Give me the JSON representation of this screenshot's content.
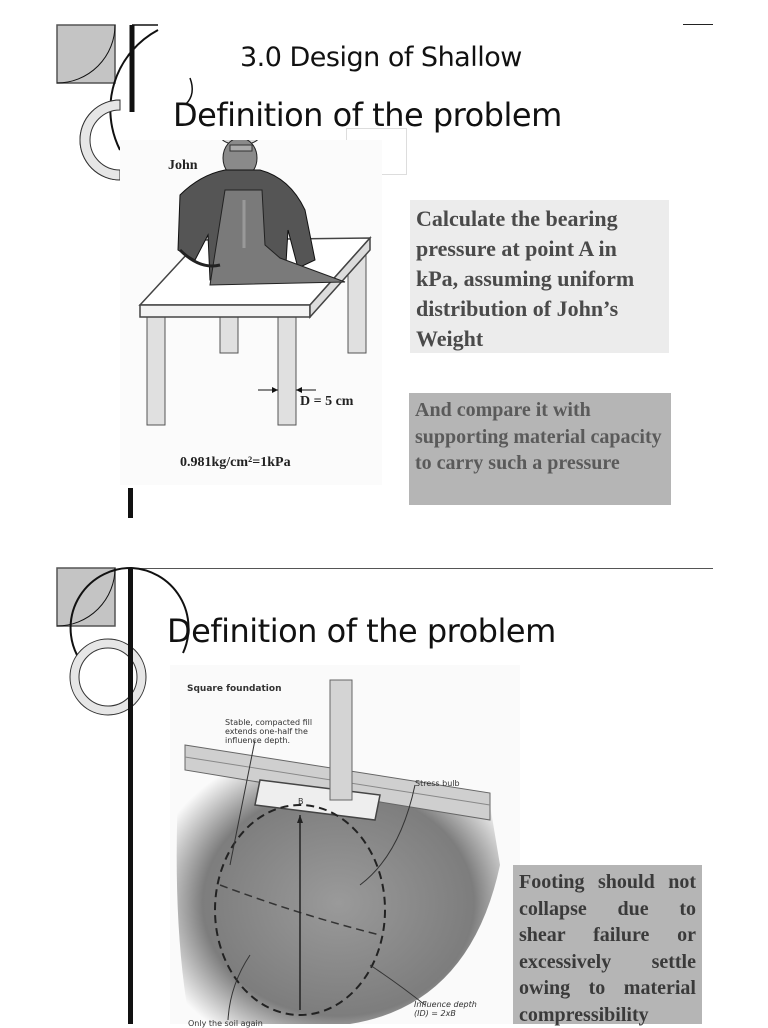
{
  "slide1": {
    "heading": "3.0  Design of Shallow",
    "title": "Definition of   the problem",
    "figure": {
      "person_label": "John",
      "diameter_label": "D = 5 cm",
      "conversion_label": "0.981kg/cm²=1kPa"
    },
    "callout_primary": "Calculate the bearing pressure at point A in kPa, assuming uniform distribution of John’s Weight",
    "callout_secondary": "And compare it with supporting material capacity to carry such a pressure"
  },
  "slide2": {
    "title": "Definition of the problem",
    "figure": {
      "caption": "Square foundation",
      "fill_note": "Stable, compacted fill\nextends one-half the\ninfluence depth.",
      "stress_bulb_label": "Stress bulb",
      "influence_depth_label": "Influence depth\n(ID) = 2xB",
      "footing_label": "B",
      "bottom_note": "Only the soil again"
    },
    "callout": "Footing should not collapse due to shear failure or excessively settle owing to material compressibility"
  },
  "decor": {
    "square_fill": "#c4c4c4",
    "ring_fill": "#e6e6e6",
    "callout_light_bg": "#ececec",
    "callout_dark_bg": "#b5b5b5"
  }
}
